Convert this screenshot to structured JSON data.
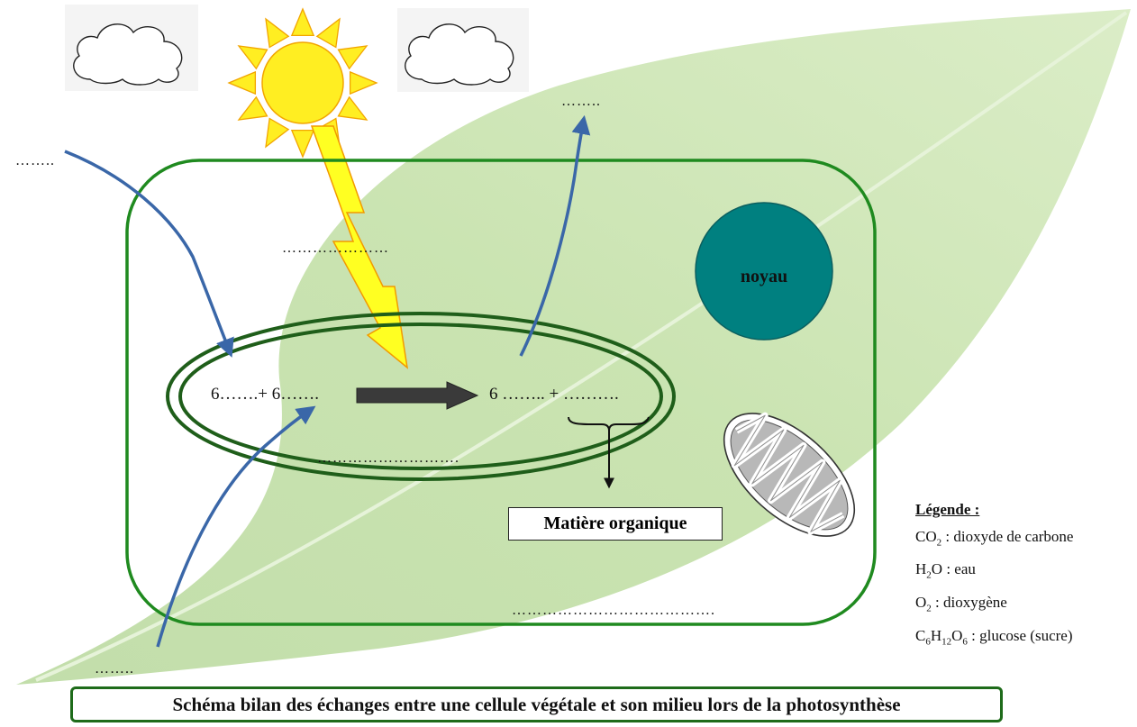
{
  "labels": {
    "blank_top_left": "……..",
    "blank_top_right": "……..",
    "blank_light": "…………………",
    "blank_chloro_bottom": "……………………….",
    "blank_cell_bottom": "………………………………….",
    "blank_bottom_left": "……..",
    "noyau": "noyau"
  },
  "equation": {
    "left": "6…….+ 6…….",
    "right": "6 …….. + ………."
  },
  "organic_matter": "Matière organique",
  "legend": {
    "title": "Légende :",
    "co2": {
      "formula": "CO",
      "sub": "2",
      "desc": " : dioxyde de carbone"
    },
    "h2o": {
      "f1": "H",
      "s1": "2",
      "f2": "O",
      "desc": " : eau"
    },
    "o2": {
      "formula": "O",
      "sub": "2",
      "desc": " : dioxygène"
    },
    "glucose": {
      "f1": "C",
      "s1": "6",
      "f2": "H",
      "s2": "12",
      "f3": "O",
      "s3": "6",
      "desc": " : glucose (sucre)"
    }
  },
  "title": "Schéma bilan des échanges entre une cellule végétale et son milieu lors de la photosynthèse",
  "colors": {
    "leaf": "#c4e0a8",
    "cell_border": "#1f8a1f",
    "chloroplast_border": "#1f5e1a",
    "nucleus": "#008080",
    "arrow_blue": "#3a67a8",
    "sun": "#ffee22",
    "sun_stroke": "#f2a500",
    "bolt": "#ffff22",
    "reaction_arrow": "#3a3a3a"
  }
}
